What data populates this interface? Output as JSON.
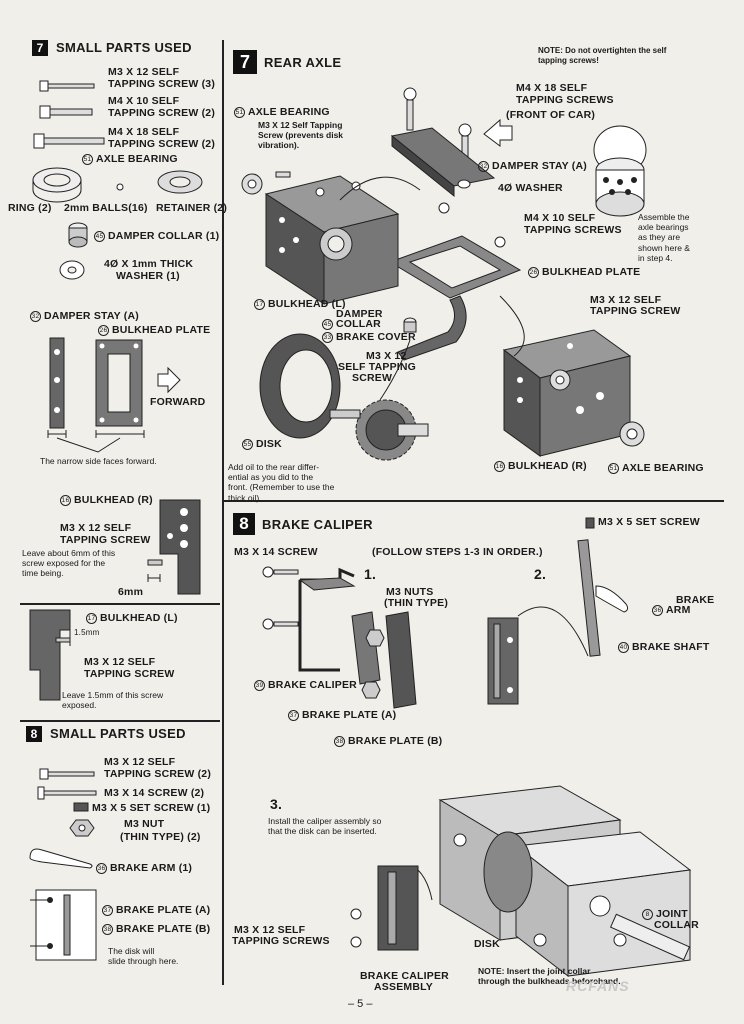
{
  "left": {
    "step7_number": "7",
    "step7_title": "SMALL PARTS USED",
    "parts7": [
      "M3 X 12 SELF",
      "TAPPING SCREW (3)",
      "M4 X 10 SELF",
      "TAPPING SCREW (2)",
      "M4 X 18 SELF",
      "TAPPING SCREW (2)"
    ],
    "axle_bearing_num": "51",
    "axle_bearing": "AXLE BEARING",
    "ring": "RING (2)",
    "balls": "2mm BALLS(16)",
    "retainer": "RETAINER (2)",
    "damper_collar_num": "45",
    "damper_collar": "DAMPER COLLAR (1)",
    "washer_l1": "4Ø X 1mm THICK",
    "washer_l2": "WASHER (1)",
    "damper_stay_num": "32",
    "damper_stay": "DAMPER STAY (A)",
    "bulkhead_plate_num": "26",
    "bulkhead_plate": "BULKHEAD PLATE",
    "forward": "FORWARD",
    "narrow_note": "The narrow side faces forward.",
    "bulkhead_r_num": "16",
    "bulkhead_r": "BULKHEAD (R)",
    "m3x12_l1": "M3 X 12 SELF",
    "m3x12_l2": "TAPPING SCREW",
    "leave6_note": "Leave about 6mm of this\nscrew exposed for the\ntime being.",
    "six_mm": "6mm",
    "bulkhead_l_num": "17",
    "bulkhead_l": "BULKHEAD (L)",
    "one5mm": "1.5mm",
    "m3x12b_l1": "M3 X 12 SELF",
    "m3x12b_l2": "TAPPING SCREW",
    "leave15_note": "Leave 1.5mm of this screw\nexposed.",
    "step8_number": "8",
    "step8_title": "SMALL PARTS USED",
    "parts8": [
      "M3 X 12 SELF",
      "TAPPING SCREW (2)",
      "M3 X 14 SCREW (2)",
      "M3 X 5 SET SCREW (1)",
      "M3 NUT",
      "(THIN TYPE) (2)"
    ],
    "brake_arm_num": "36",
    "brake_arm": "BRAKE ARM (1)",
    "brake_plate_a_num": "37",
    "brake_plate_a": "BRAKE PLATE (A)",
    "brake_plate_b_num": "38",
    "brake_plate_b": "BRAKE PLATE (B)",
    "disk_note": "The disk will\nslide through here."
  },
  "right": {
    "step7_number": "7",
    "step7_title": "REAR AXLE",
    "note_top": "NOTE: Do not overtighten the self\ntapping screws!",
    "m4x18_l1": "M4 X 18 SELF",
    "m4x18_l2": "TAPPING SCREWS",
    "front_of_car": "(FRONT OF CAR)",
    "axle_bearing_num": "51",
    "axle_bearing": "AXLE BEARING",
    "m3x12_note": "M3 X 12 Self Tapping\nScrew (prevents disk\nvibration).",
    "damper_stay_num": "32",
    "damper_stay": "DAMPER STAY (A)",
    "washer": "4Ø WASHER",
    "m4x10_l1": "M4 X 10 SELF",
    "m4x10_l2": "TAPPING SCREWS",
    "assemble_note": "Assemble the\naxle bearings\nas they are\nshown here &\nin step 4.",
    "bulkhead_plate_num": "26",
    "bulkhead_plate": "BULKHEAD PLATE",
    "bulkhead_l_num": "17",
    "bulkhead_l": "BULKHEAD (L)",
    "damper_collar_num": "45",
    "damper_collar_l1": "DAMPER",
    "damper_collar_l2": "COLLAR",
    "brake_cover_num": "33",
    "brake_cover": "BRAKE COVER",
    "m3x12_r_l1": "M3 X 12 SELF",
    "m3x12_r_l2": "TAPPING SCREW",
    "m3x12_mid_l1": "M3 X 12",
    "m3x12_mid_l2": "SELF TAPPING",
    "m3x12_mid_l3": "SCREW",
    "disk_num": "55",
    "disk": "DISK",
    "oil_note": "Add oil to the rear differ-\nential as you did to the\nfront. (Remember to use the\nthick oil).",
    "bulkhead_r_num": "16",
    "bulkhead_r": "BULKHEAD (R)",
    "axle_bearing2_num": "51",
    "axle_bearing2": "AXLE BEARING",
    "step8_number": "8",
    "step8_title": "BRAKE CALIPER",
    "m3x5": "M3 X 5 SET SCREW",
    "m3x14": "M3 X 14 SCREW",
    "follow": "(FOLLOW STEPS 1-3 IN ORDER.)",
    "step1": "1.",
    "step2": "2.",
    "m3nuts_l1": "M3 NUTS",
    "m3nuts_l2": "(THIN TYPE)",
    "brake_arm_num": "36",
    "brake_arm_l1": "BRAKE",
    "brake_arm_l2": "ARM",
    "brake_shaft_num": "40",
    "brake_shaft": "BRAKE SHAFT",
    "brake_caliper_num": "39",
    "brake_caliper": "BRAKE CALIPER",
    "brake_plate_a_num": "37",
    "brake_plate_a": "BRAKE PLATE (A)",
    "brake_plate_b_num": "38",
    "brake_plate_b": "BRAKE PLATE (B)",
    "step3": "3.",
    "install_note": "Install the caliper assembly so\nthat the disk can be inserted.",
    "m3x12_s3_l1": "M3 X 12 SELF",
    "m3x12_s3_l2": "TAPPING SCREWS",
    "disk3": "DISK",
    "joint_collar_num": "8",
    "joint_collar_l1": "JOINT",
    "joint_collar_l2": "COLLAR",
    "caliper_asm_l1": "BRAKE CALIPER",
    "caliper_asm_l2": "ASSEMBLY",
    "note_bottom": "NOTE: Insert the joint collar\nthrough the bulkheads beforehand."
  },
  "footer": {
    "page": "– 5 –",
    "logo": "RCFANS"
  }
}
